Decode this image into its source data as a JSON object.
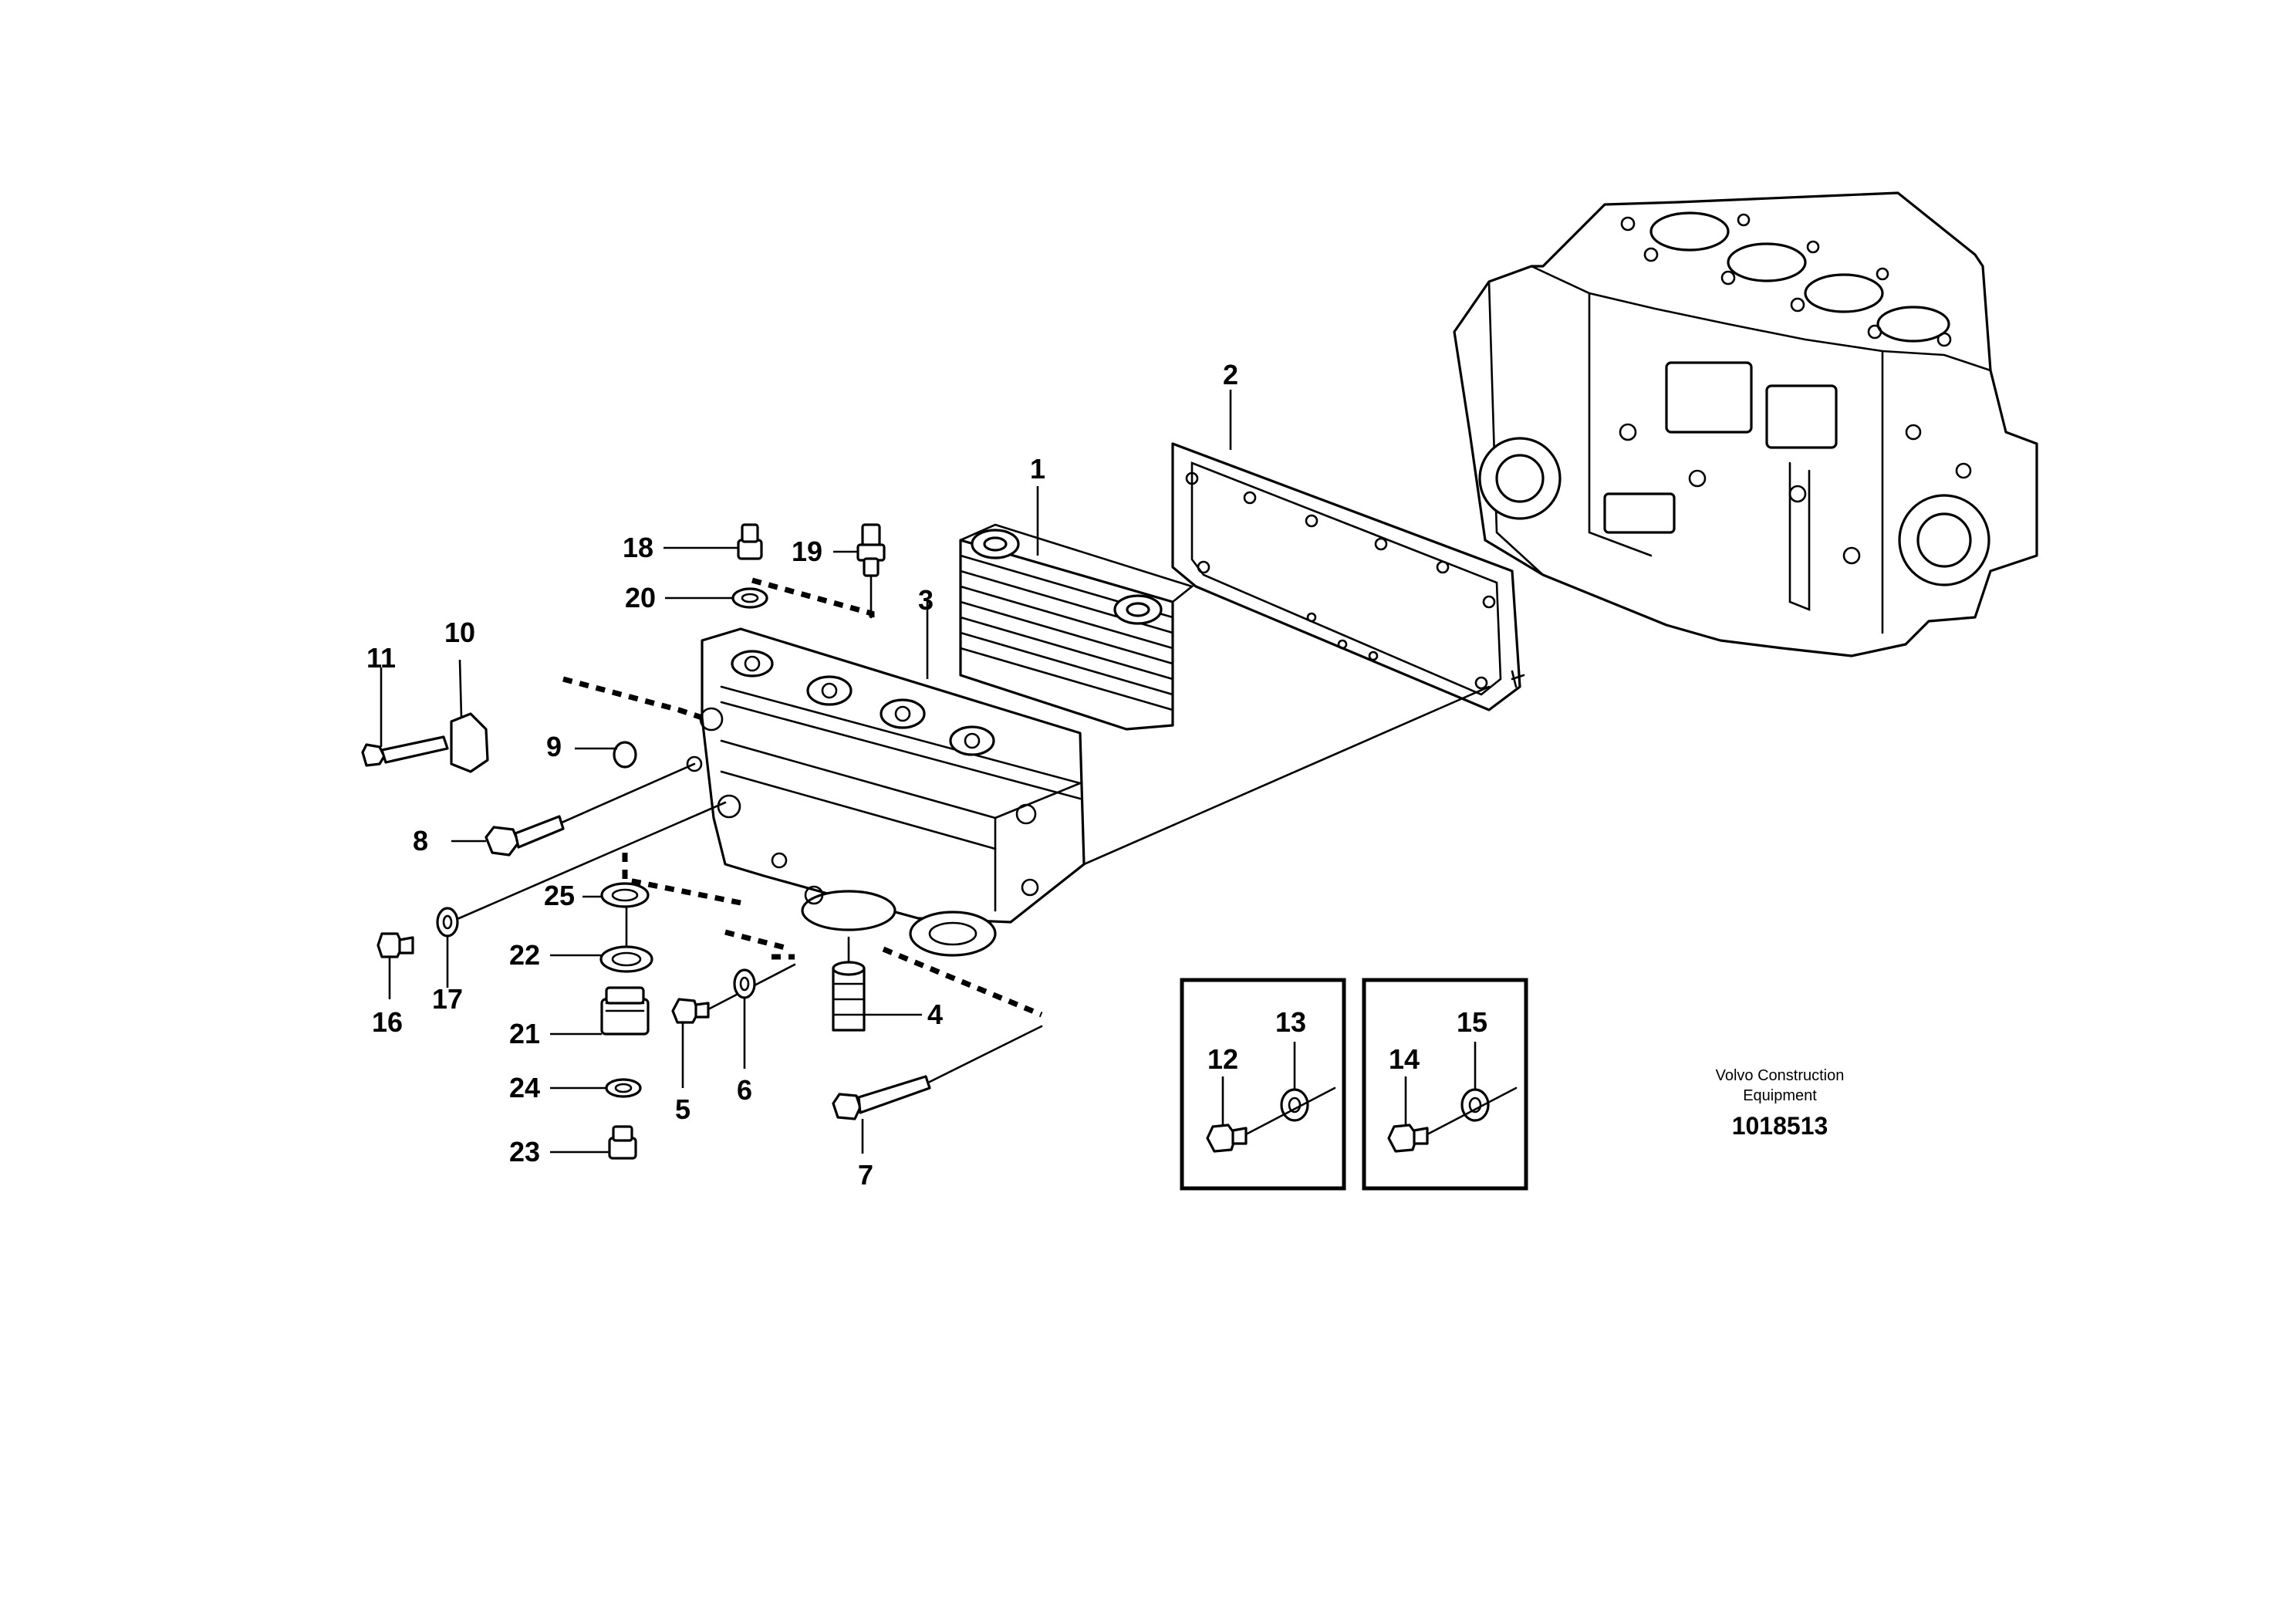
{
  "labels": {
    "l1": "1",
    "l2": "2",
    "l3": "3",
    "l4": "4",
    "l5": "5",
    "l6": "6",
    "l7": "7",
    "l8": "8",
    "l9": "9",
    "l10": "10",
    "l11": "11",
    "l12": "12",
    "l13": "13",
    "l14": "14",
    "l15": "15",
    "l16": "16",
    "l17": "17",
    "l18": "18",
    "l19": "19",
    "l20": "20",
    "l21": "21",
    "l22": "22",
    "l23": "23",
    "l24": "24",
    "l25": "25"
  },
  "caption": {
    "line1": "Volvo Construction",
    "line2": "Equipment",
    "reference": "1018513"
  }
}
